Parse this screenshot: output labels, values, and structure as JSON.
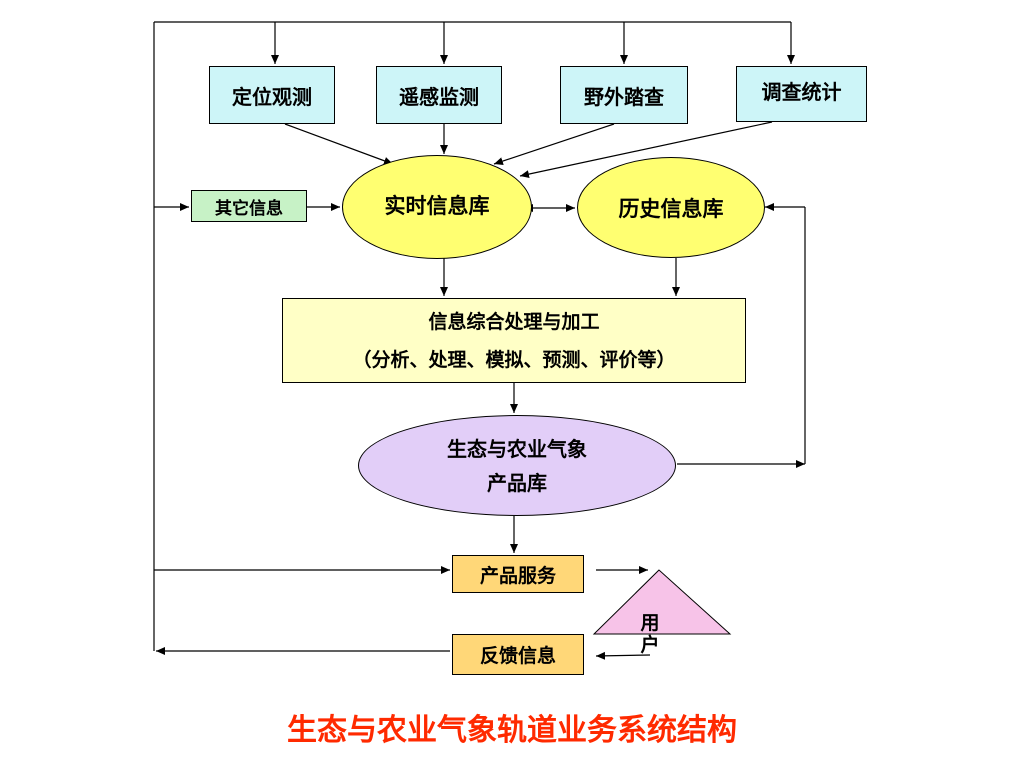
{
  "sources": {
    "positioning": "定位观测",
    "remote_sensing": "遥感监测",
    "field_survey": "野外踏查",
    "statistics": "调查统计"
  },
  "other_info": "其它信息",
  "realtime_db": "实时信息库",
  "history_db": "历史信息库",
  "processing": {
    "line1": "信息综合处理与加工",
    "line2": "（分析、处理、模拟、预测、评价等）"
  },
  "product_db": {
    "line1": "生态与农业气象",
    "line2": "产品库"
  },
  "product_service": "产品服务",
  "feedback": "反馈信息",
  "user": {
    "char1": "用",
    "char2": "户"
  },
  "caption": "生态与农业气象轨道业务系统结构",
  "colors": {
    "cyan_box": "#cdf5f8",
    "green_box": "#c7f2c6",
    "yellow_ellipse": "#ffff71",
    "process_box": "#ffffc6",
    "purple_ellipse": "#e2cef8",
    "orange_box": "#ffd778",
    "user_triangle": "#f7c3e8",
    "caption": "#ff2a00"
  }
}
